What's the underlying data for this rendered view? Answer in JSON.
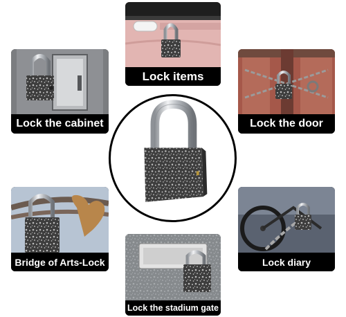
{
  "hero": {
    "icon": "padlock-icon"
  },
  "cards": {
    "items": {
      "label": "Lock items"
    },
    "cabinet": {
      "label": "Lock the cabinet"
    },
    "door": {
      "label": "Lock the door"
    },
    "bridge": {
      "label": "Bridge of Arts-Lock"
    },
    "diary": {
      "label": "Lock diary"
    },
    "stadium": {
      "label": "Lock the stadium gate"
    }
  },
  "colors": {
    "label_bg": "#000000",
    "label_text": "#ffffff",
    "lock_body": "#4a4a4a",
    "lock_shackle": "#c9ccd1"
  }
}
